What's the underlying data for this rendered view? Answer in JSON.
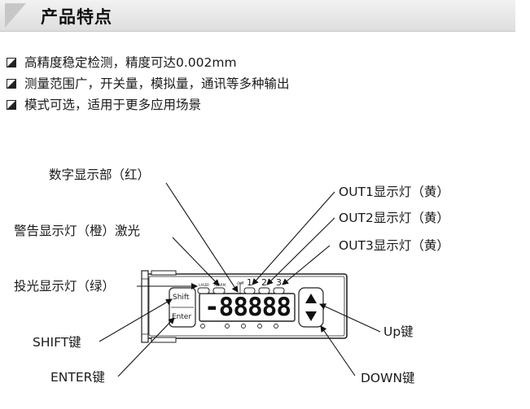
{
  "header": {
    "title": "产品特点"
  },
  "features": [
    "高精度稳定检测，精度可达0.002mm",
    "测量范围广，开关量，模拟量，通讯等多种输出",
    "模式可选，适用于更多应用场景"
  ],
  "device": {
    "shift_label": "Shift",
    "enter_label": "Enter",
    "display_text": "-88888",
    "laser_text": "LASER",
    "alarm_text": "ALARM",
    "out_text": "OUT",
    "out_numbers": [
      "1",
      "2",
      "3"
    ]
  },
  "callouts": {
    "digital_display": "数字显示部（红）",
    "warning_light": "警告显示灯（橙）激光",
    "light_emit_light": "投光显示灯（绿）",
    "shift_key": "SHIFT键",
    "enter_key": "ENTER键",
    "out1_light": "OUT1显示灯（黄）",
    "out2_light": "OUT2显示灯（黄）",
    "out3_light": "OUT3显示灯（黄）",
    "up_key": "Up键",
    "down_key": "DOWN键"
  }
}
